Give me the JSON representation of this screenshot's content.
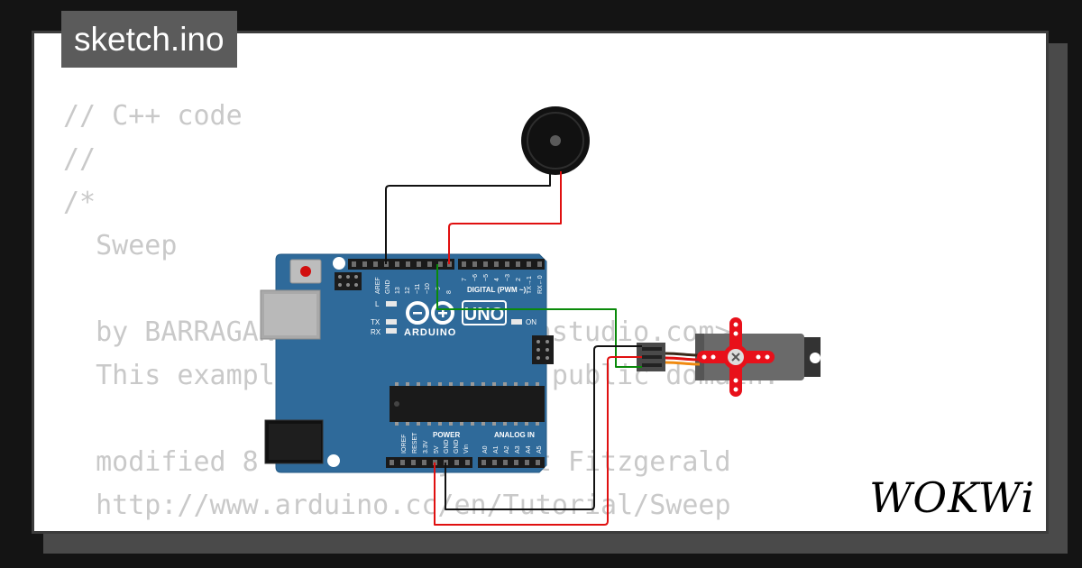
{
  "tab": {
    "title": "sketch.ino"
  },
  "code": {
    "lines": [
      "// C++ code",
      "//",
      "/*",
      "  Sweep",
      "",
      "  by BARRAGAN <http://barraganstudio.com>",
      "  This example code is in the public domain.",
      "",
      "  modified 8 Nov 2013 by Scott Fitzgerald",
      "  http://www.arduino.cc/en/Tutorial/Sweep",
      "*/"
    ]
  },
  "board": {
    "logo": "UNO",
    "brand": "ARDUINO",
    "digital_label": "DIGITAL (PWM ~)",
    "power_label": "POWER",
    "analog_label": "ANALOG IN",
    "led_l": "L",
    "led_tx": "TX",
    "led_rx": "RX",
    "led_on": "ON",
    "digital_pins": [
      "AREF",
      "GND",
      "13",
      "12",
      "~11",
      "~10",
      "~9",
      "8",
      "7",
      "~6",
      "~5",
      "4",
      "~3",
      "2",
      "TX→1",
      "RX←0"
    ],
    "power_pins": [
      "IOREF",
      "RESET",
      "3.3V",
      "5V",
      "GND",
      "GND",
      "Vin"
    ],
    "analog_pins": [
      "A0",
      "A1",
      "A2",
      "A3",
      "A4",
      "A5"
    ]
  },
  "brand": {
    "name": "WOKWi"
  },
  "colors": {
    "board": "#2f6a9a",
    "wire_black": "#111111",
    "wire_red": "#e01010",
    "wire_green": "#0a8a0a",
    "servo_horn": "#e8101a",
    "code_text": "#c9c9c9"
  }
}
